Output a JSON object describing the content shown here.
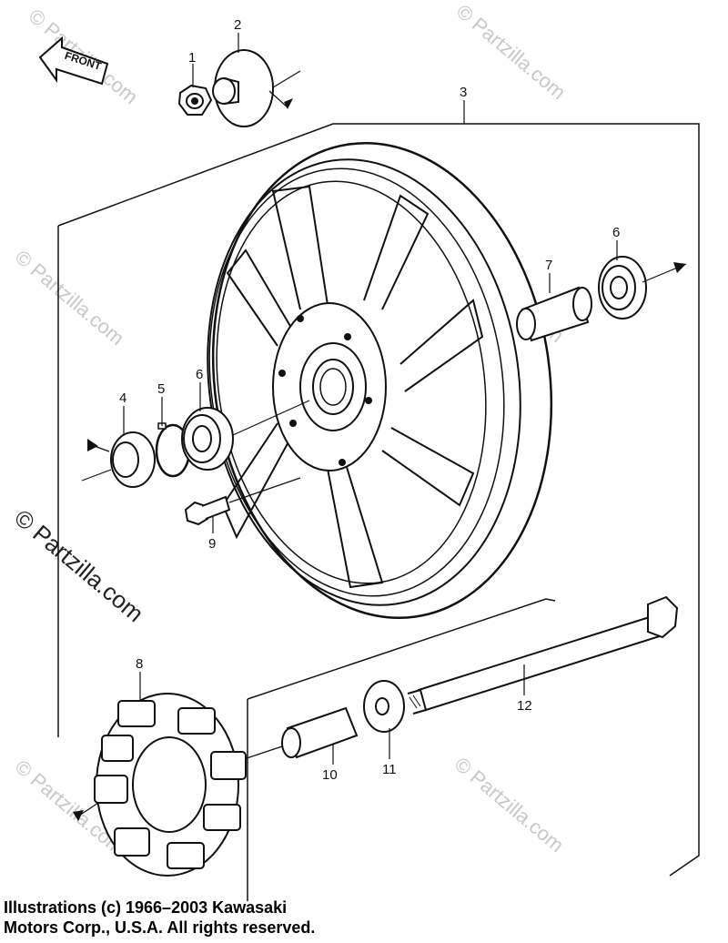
{
  "front_label": "FRONT",
  "part_labels": [
    "1",
    "2",
    "3",
    "4",
    "5",
    "6",
    "6",
    "7",
    "8",
    "9",
    "10",
    "11",
    "12"
  ],
  "watermark": "© Partzilla.com",
  "copyright_line1": "Illustrations (c) 1966–2003 Kawasaki",
  "copyright_line2": "Motors Corp., U.S.A.  All rights reserved."
}
